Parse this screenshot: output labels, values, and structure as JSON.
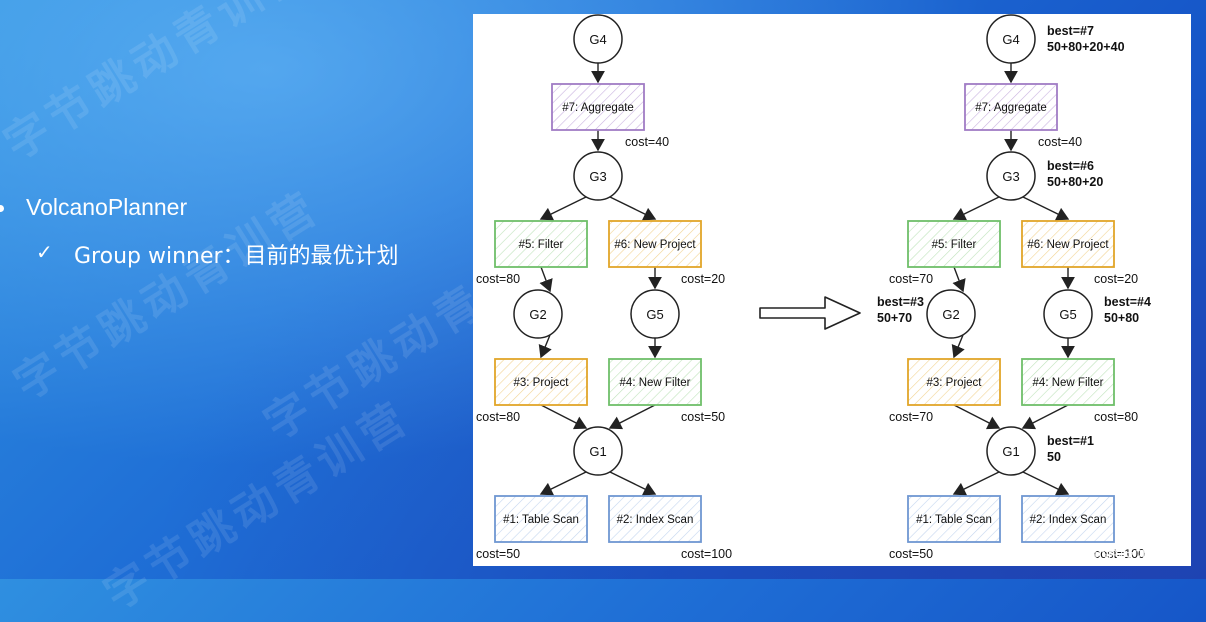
{
  "slide": {
    "bullet": "VolcanoPlanner",
    "sub_check": "✓",
    "sub_text": "Group winner：目前的最优计划"
  },
  "background_watermark": "字节跳动青训营",
  "corner_watermark": "@稀土掘金技术社区",
  "colors": {
    "purple": "#a07cc5",
    "green": "#6fbf6a",
    "orange": "#e2a528",
    "blue": "#6f97d2"
  },
  "diagram": {
    "left": {
      "groups": [
        "G4",
        "G3",
        "G2",
        "G5",
        "G1"
      ],
      "ops": [
        {
          "id": "agg",
          "label": "#7: Aggregate",
          "color": "purple"
        },
        {
          "id": "filter",
          "label": "#5: Filter",
          "color": "green"
        },
        {
          "id": "newproj",
          "label": "#6: New Project",
          "color": "orange"
        },
        {
          "id": "proj",
          "label": "#3: Project",
          "color": "orange"
        },
        {
          "id": "newfilter",
          "label": "#4: New Filter",
          "color": "green"
        },
        {
          "id": "tscan",
          "label": "#1: Table Scan",
          "color": "blue"
        },
        {
          "id": "iscan",
          "label": "#2: Index Scan",
          "color": "blue"
        }
      ],
      "costs": {
        "agg": "cost=40",
        "filter": "cost=80",
        "newproj": "cost=20",
        "proj": "cost=80",
        "newfilter": "cost=50",
        "tscan": "cost=50",
        "iscan": "cost=100"
      }
    },
    "right": {
      "groups": [
        "G4",
        "G3",
        "G2",
        "G5",
        "G1"
      ],
      "ops": [
        {
          "id": "agg",
          "label": "#7: Aggregate",
          "color": "purple"
        },
        {
          "id": "filter",
          "label": "#5: Filter",
          "color": "green"
        },
        {
          "id": "newproj",
          "label": "#6: New Project",
          "color": "orange"
        },
        {
          "id": "proj",
          "label": "#3: Project",
          "color": "orange"
        },
        {
          "id": "newfilter",
          "label": "#4: New Filter",
          "color": "green"
        },
        {
          "id": "tscan",
          "label": "#1: Table Scan",
          "color": "blue"
        },
        {
          "id": "iscan",
          "label": "#2: Index Scan",
          "color": "blue"
        }
      ],
      "costs": {
        "agg": "cost=40",
        "filter": "cost=70",
        "newproj": "cost=20",
        "proj": "cost=70",
        "newfilter": "cost=80",
        "tscan": "cost=50",
        "iscan": "cost=100"
      },
      "best": {
        "G4": [
          "best=#7",
          "50+80+20+40"
        ],
        "G3": [
          "best=#6",
          "50+80+20"
        ],
        "G2": [
          "best=#3",
          "50+70"
        ],
        "G5": [
          "best=#4",
          "50+80"
        ],
        "G1": [
          "best=#1",
          "50"
        ]
      }
    }
  }
}
